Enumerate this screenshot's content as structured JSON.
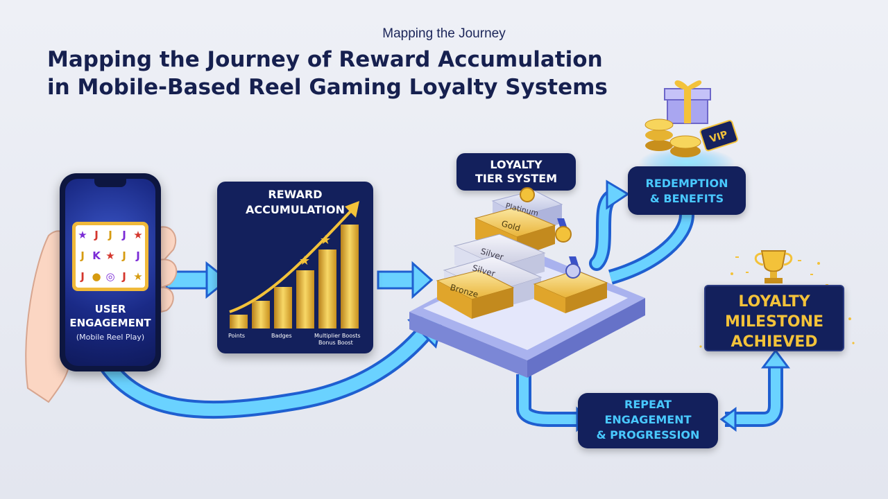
{
  "header": {
    "supertitle": "Mapping the Journey",
    "title_line1": "Mapping the Journey of Reward Accumulation",
    "title_line2": "in Mobile-Based Reel Gaming Loyalty Systems"
  },
  "phone": {
    "label_line1": "USER",
    "label_line2": "ENGAGEMENT",
    "sublabel": "(Mobile Reel Play)",
    "reel_symbols": [
      "★",
      "J",
      "J",
      "J",
      "★",
      "J",
      "K",
      "★",
      "J",
      "J",
      "J",
      "●",
      "◎",
      "J",
      "★"
    ]
  },
  "reward_panel": {
    "title_line1": "REWARD",
    "title_line2": "ACCUMULATION",
    "bar_labels": [
      "Points",
      "Badges",
      "Multiplier Boosts",
      "Bonus Boost"
    ]
  },
  "tier_system": {
    "title_line1": "LOYALTY",
    "title_line2": "TIER SYSTEM",
    "tiers": [
      "Platinum",
      "Gold",
      "Silver",
      "Silver",
      "Bronze"
    ]
  },
  "redemption": {
    "line1": "REDEMPTION",
    "line2": "& BENEFITS",
    "vip_label": "VIP"
  },
  "milestone": {
    "line1": "LOYALTY",
    "line2": "MILESTONE",
    "line3": "ACHIEVED"
  },
  "repeat": {
    "line1": "REPEAT",
    "line2": "ENGAGEMENT",
    "line3": "& PROGRESSION"
  },
  "colors": {
    "navy": "#13205c",
    "cyan_flow": "#3bb6ff",
    "gold": "#f3c23a"
  }
}
